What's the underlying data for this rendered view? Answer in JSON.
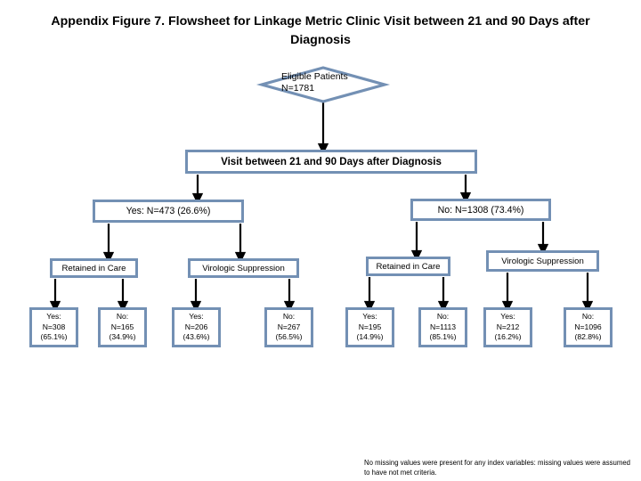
{
  "figure": {
    "title": "Appendix Figure 7. Flowsheet for Linkage Metric Clinic Visit between 21 and 90 Days after Diagnosis",
    "footnote": "No missing values were present for any index variables: missing values were assumed to have not met criteria.",
    "accent_border_color": "#7390b4",
    "fill_color": "#ffffff",
    "connector_color": "#000000"
  },
  "chart_data": {
    "type": "diagram",
    "title": "Appendix Figure 7. Flowsheet for Linkage Metric Clinic Visit between 21 and 90 Days after Diagnosis",
    "root": {
      "shape": "diamond",
      "label": "Eligible Patients\nN=1781",
      "n": 1781
    },
    "question": {
      "shape": "rectangle",
      "label": "Visit between 21 and 90 Days after Diagnosis"
    },
    "branches": [
      {
        "label": "Yes: N=473 (26.6%)",
        "answer": "Yes",
        "n": 473,
        "percent": 26.6,
        "metrics": [
          {
            "label": "Retained in Care",
            "outcomes": [
              {
                "label": "Yes:\nN=308\n(65.1%)",
                "answer": "Yes",
                "n": 308,
                "percent": 65.1
              },
              {
                "label": "No:\nN=165\n(34.9%)",
                "answer": "No",
                "n": 165,
                "percent": 34.9
              }
            ]
          },
          {
            "label": "Virologic Suppression",
            "outcomes": [
              {
                "label": "Yes:\nN=206\n(43.6%)",
                "answer": "Yes",
                "n": 206,
                "percent": 43.6
              },
              {
                "label": "No:\nN=267\n(56.5%)",
                "answer": "No",
                "n": 267,
                "percent": 56.5
              }
            ]
          }
        ]
      },
      {
        "label": "No: N=1308 (73.4%)",
        "answer": "No",
        "n": 1308,
        "percent": 73.4,
        "metrics": [
          {
            "label": "Retained in Care",
            "outcomes": [
              {
                "label": "Yes:\nN=195\n(14.9%)",
                "answer": "Yes",
                "n": 195,
                "percent": 14.9
              },
              {
                "label": "No:\nN=1113\n(85.1%)",
                "answer": "No",
                "n": 1113,
                "percent": 85.1
              }
            ]
          },
          {
            "label": "Virologic Suppression",
            "outcomes": [
              {
                "label": "Yes:\nN=212\n(16.2%)",
                "answer": "Yes",
                "n": 212,
                "percent": 16.2
              },
              {
                "label": "No:\nN=1096\n(82.8%)",
                "answer": "No",
                "n": 1096,
                "percent": 82.8
              }
            ]
          }
        ]
      }
    ]
  },
  "nodes": {
    "root_label": "Eligible Patients\nN=1781",
    "question_label": "Visit between 21 and 90 Days after Diagnosis",
    "yes_label": "Yes: N=473 (26.6%)",
    "no_label": "No: N=1308 (73.4%)",
    "metric_yes_retained": "Retained in Care",
    "metric_yes_virologic": "Virologic Suppression",
    "metric_no_retained": "Retained in Care",
    "metric_no_virologic": "Virologic Suppression",
    "leaves": [
      "Yes:\nN=308\n(65.1%)",
      "No:\nN=165\n(34.9%)",
      "Yes:\nN=206\n(43.6%)",
      "No:\nN=267\n(56.5%)",
      "Yes:\nN=195\n(14.9%)",
      "No:\nN=1113\n(85.1%)",
      "Yes:\nN=212\n(16.2%)",
      "No:\nN=1096\n(82.8%)"
    ]
  }
}
